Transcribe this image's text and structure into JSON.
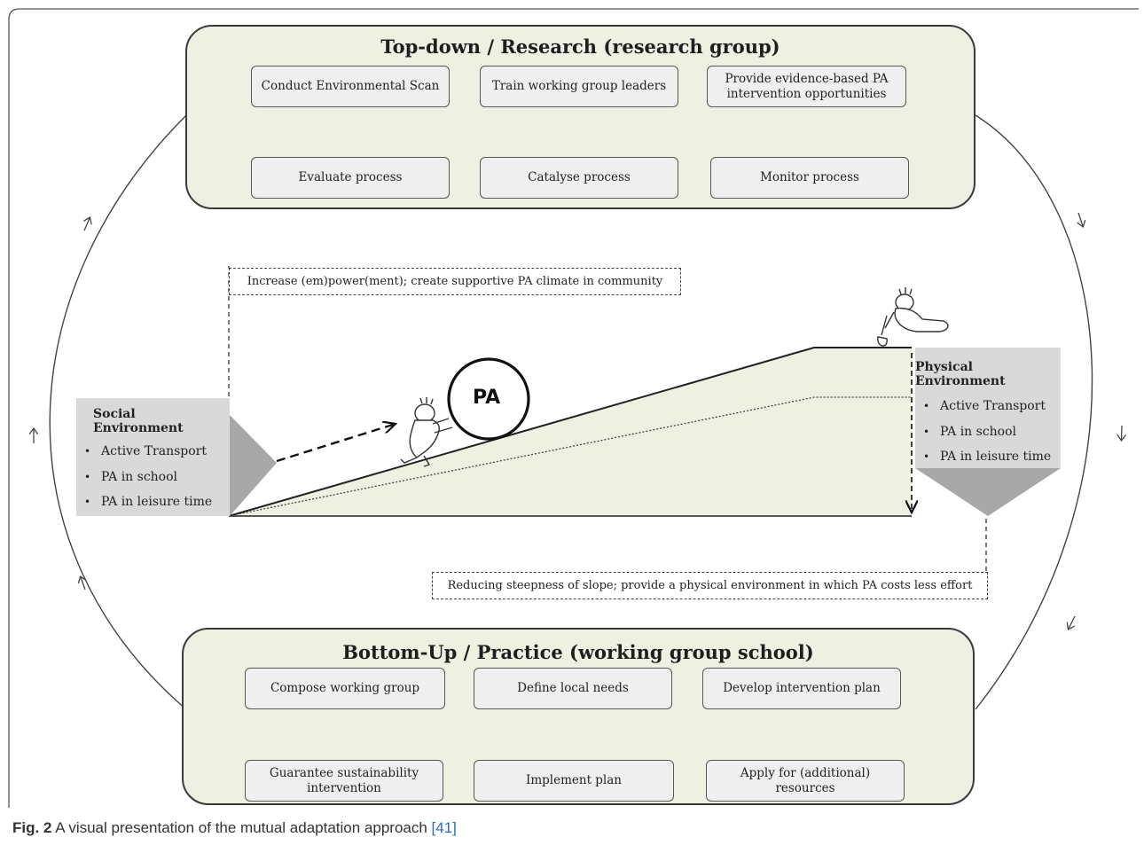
{
  "top_panel": {
    "title": "Top-down / Research (research group)",
    "steps": [
      "Conduct Environmental Scan",
      "Train working group leaders",
      "Provide evidence-based PA intervention opportunities",
      "Monitor process",
      "Catalyse process",
      "Evaluate process"
    ]
  },
  "bottom_panel": {
    "title": "Bottom-Up / Practice (working group school)",
    "steps": [
      "Compose working group",
      "Define local needs",
      "Develop intervention plan",
      "Apply for (additional) resources",
      "Implement plan",
      "Guarantee sustainability intervention"
    ]
  },
  "social_environment": {
    "title": "Social Environment",
    "items": [
      "Active Transport",
      "PA in school",
      "PA in leisure time"
    ]
  },
  "physical_environment": {
    "title": "Physical Environment",
    "items": [
      "Active Transport",
      "PA in school",
      "PA in leisure time"
    ]
  },
  "notes": {
    "social": "Increase (em)power(ment); create supportive PA climate in community",
    "physical": "Reducing steepness of slope; provide a physical environment in which PA costs less effort"
  },
  "ball_label": "PA",
  "caption": {
    "fig_label": "Fig. 2",
    "text": " A visual presentation of the mutual adaptation approach ",
    "ref": "[41]"
  }
}
